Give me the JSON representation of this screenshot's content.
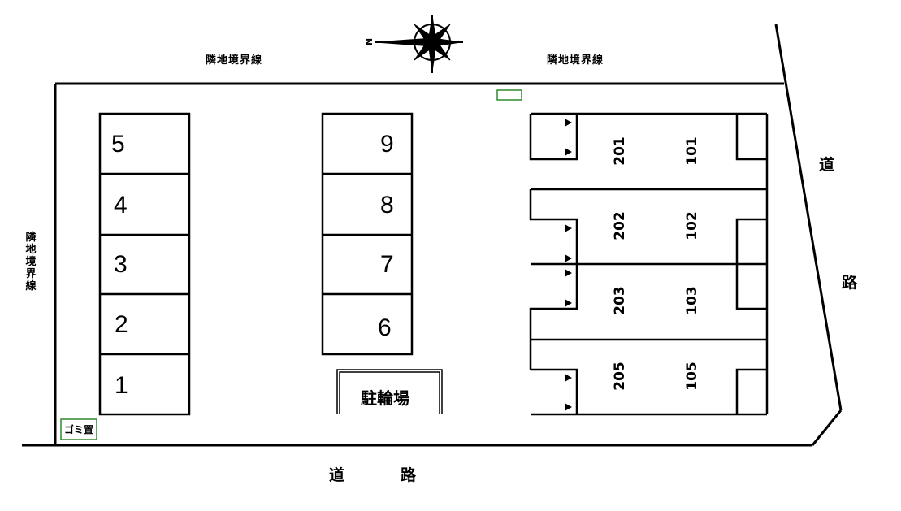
{
  "boundary": {
    "top_left": "隣地境界線",
    "top_right": "隣地境界線",
    "left": "隣地境界線"
  },
  "road": {
    "bottom": [
      "道",
      "路"
    ],
    "right": [
      "道",
      "路"
    ]
  },
  "compass": {
    "direction": "N"
  },
  "parking": {
    "left_column": [
      "5",
      "4",
      "3",
      "2",
      "1"
    ],
    "middle_column": [
      "9",
      "8",
      "7",
      "6"
    ]
  },
  "building": {
    "units_upper": [
      "201",
      "202",
      "203",
      "205"
    ],
    "units_lower": [
      "101",
      "102",
      "103",
      "105"
    ]
  },
  "bicycle_parking": {
    "label": "駐輪場"
  },
  "garbage": {
    "label": "ゴミ置"
  },
  "colors": {
    "line": "#000000",
    "marker_green": "#2e8b2e"
  }
}
